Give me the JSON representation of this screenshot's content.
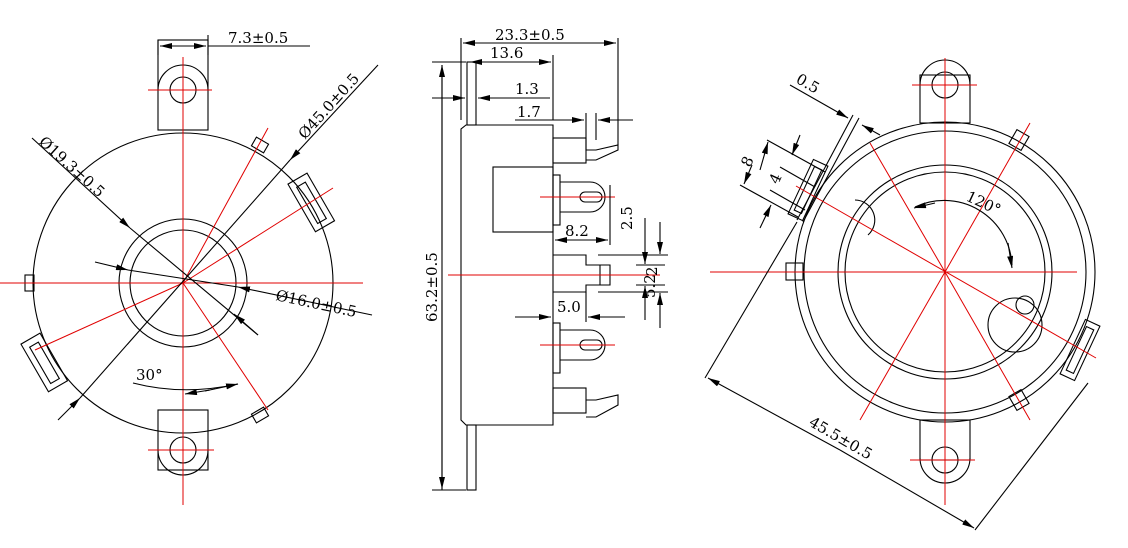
{
  "front_view": {
    "tab_width": "7.3±0.5",
    "outer_diameter": "Ø45.0±0.5",
    "ring_outer_diameter": "Ø19.3±0.5",
    "ring_inner_diameter": "Ø16.0±0.5",
    "angle": "30°"
  },
  "side_view": {
    "overall_depth": "23.3±0.5",
    "body_depth": "13.6",
    "flange_thickness": "1.3",
    "clip_gap": "1.7",
    "terminal_offset": "2.5",
    "terminal_length": "8.2",
    "height": "63.2±0.5",
    "slot_width": "2",
    "slot_span": "5.2",
    "stem_length": "5.0"
  },
  "rear_view": {
    "wall": "0.5",
    "clip_length": "8",
    "clip_slot": "4",
    "angle": "120°",
    "diameter": "45.5±0.5"
  },
  "colors": {
    "line": "#000000",
    "centerline": "#e00000"
  }
}
